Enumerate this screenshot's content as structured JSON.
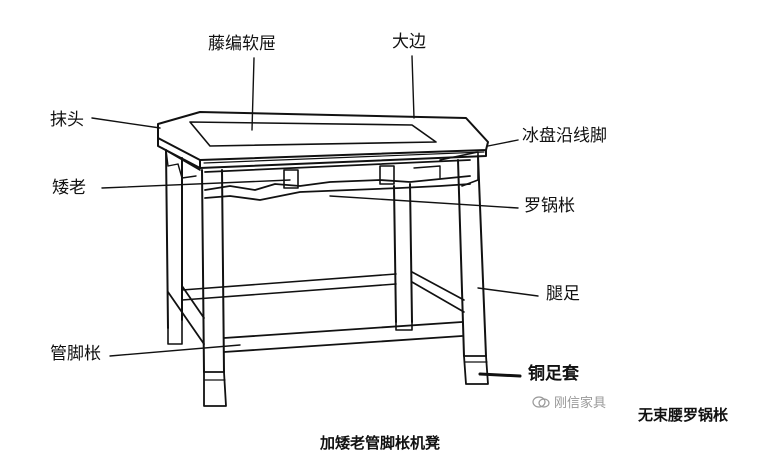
{
  "labels": {
    "rattan_seat": "藤编软屉",
    "big_edge": "大边",
    "end_cap": "抹头",
    "ice_plate_molding": "冰盘沿线脚",
    "dwarf_post": "矮老",
    "luoguo_stretcher": "罗锅枨",
    "leg": "腿足",
    "foot_stretcher": "管脚枨",
    "bronze_foot_cap": "铜足套"
  },
  "captions": {
    "main": "加矮老管脚枨机凳",
    "side": "无束腰罗锅枨"
  },
  "watermark": {
    "text": "刚信家具",
    "icon": "wechat-icon"
  },
  "colors": {
    "ink": "#111111",
    "watermark": "#999999",
    "background": "#ffffff"
  }
}
